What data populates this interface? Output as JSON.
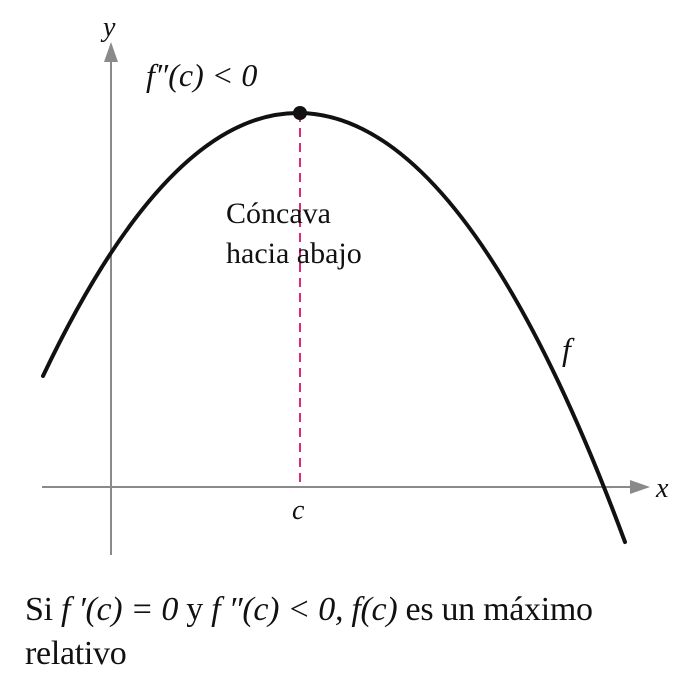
{
  "figure": {
    "x_axis_label": "x",
    "y_axis_label": "y",
    "point_label": "c",
    "curve_label": "f",
    "condition_label": "f″(c) < 0",
    "concavity_line1": "Cóncava",
    "concavity_line2": "hacia abajo"
  },
  "caption": {
    "line1_prefix": "Si ",
    "fprime_c_eq_0": "f ′(c) = 0",
    "and1": " y ",
    "fdoubleprime_c_lt_0": "f ″(c) < 0,",
    "f_of_c": " f(c)",
    "line1_suffix": " es un máximo",
    "line2": "relativo"
  },
  "colors": {
    "axis": "#8a8a8a",
    "curve": "#111111",
    "dashed_line": "#e0287a",
    "text": "#111111"
  }
}
